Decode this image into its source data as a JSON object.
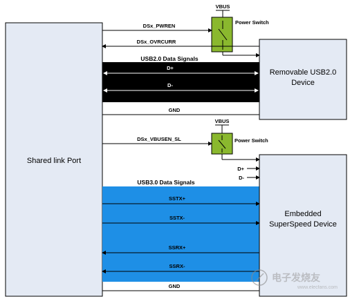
{
  "left_block": {
    "label": "Shared link Port"
  },
  "top_section": {
    "vbus": "VBUS",
    "power_switch": "Power Switch",
    "pwren": "DSx_PWREN",
    "ovrcurr": "DSx_OVRCURR",
    "band_title": "USB2.0 Data Signals",
    "dplus": "D+",
    "dminus": "D-",
    "gnd": "GND",
    "device_line1": "Removable USB2.0",
    "device_line2": "Device"
  },
  "bottom_section": {
    "vbus": "VBUS",
    "power_switch": "Power Switch",
    "vbusen": "DSx_VBUSEN_SL",
    "dplus": "D+",
    "dminus": "D-",
    "band_title": "USB3.0 Data Signals",
    "sstx_plus": "SSTX+",
    "sstx_minus": "SSTX-",
    "ssrx_plus": "SSRX+",
    "ssrx_minus": "SSRX-",
    "gnd": "GND",
    "device_line1": "Embedded",
    "device_line2": "SuperSpeed Device"
  },
  "watermark": {
    "text": "电子发烧友",
    "url": "www.elecfans.com"
  },
  "colors": {
    "usb2_band": "#000000",
    "usb3_band": "#1e8fe6",
    "switch_fill": "#8ab82e",
    "box_fill": "#e4eaf4"
  }
}
